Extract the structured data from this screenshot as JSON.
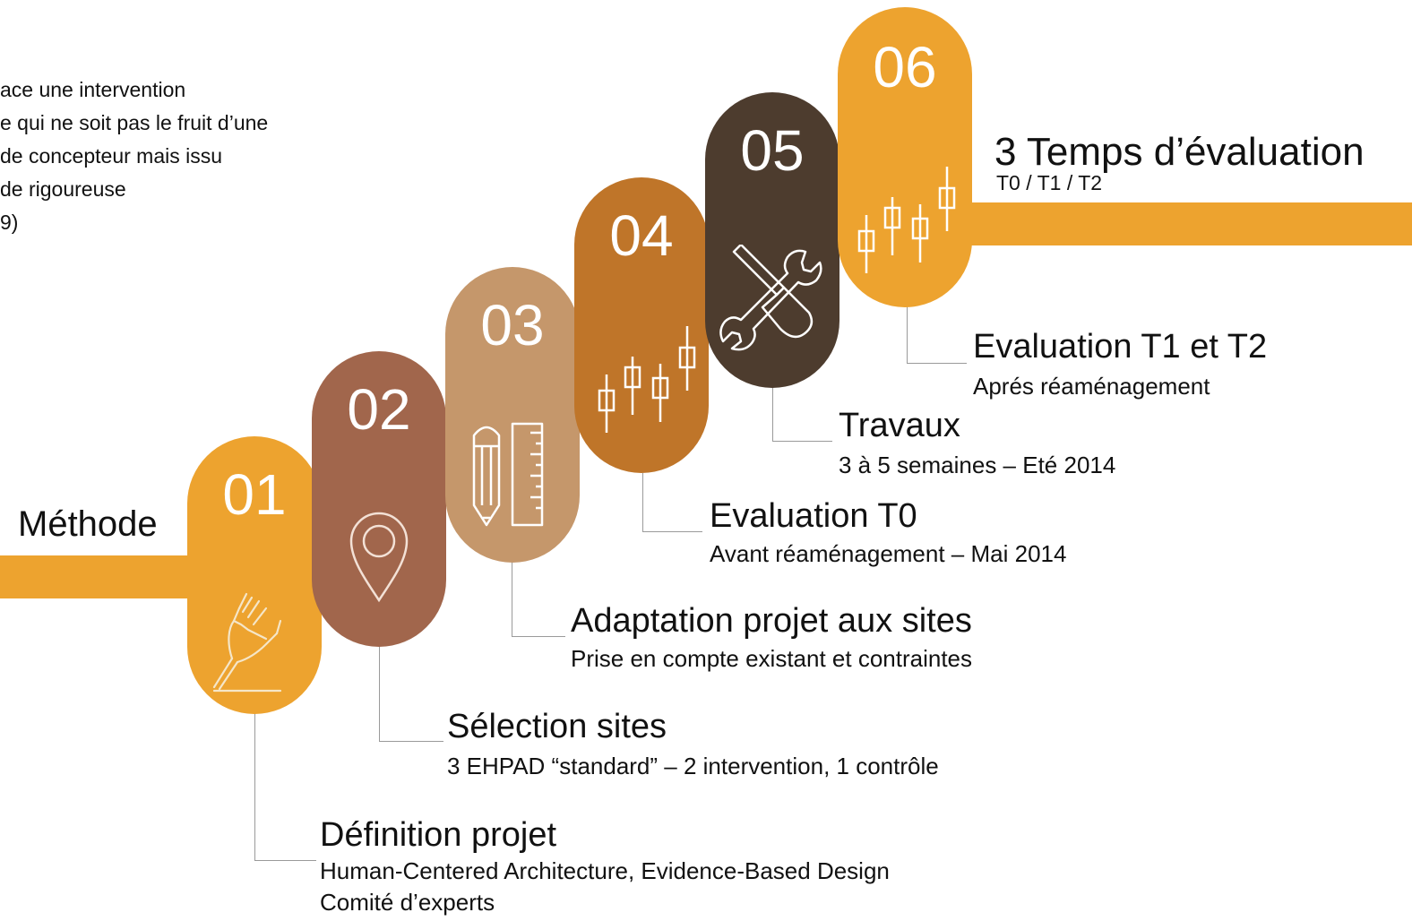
{
  "intro_lines": [
    "ace une intervention",
    "e qui ne soit pas le fruit d’une",
    "de concepteur mais issu",
    "de rigoureuse",
    "9)"
  ],
  "methode_label": "Méthode",
  "eval_header": {
    "title": "3 Temps d’évaluation",
    "subtitle": "T0 / T1 / T2"
  },
  "colors": {
    "c01": "#eda32f",
    "c02": "#a1664c",
    "c03": "#c5976b",
    "c04": "#bf7529",
    "c05": "#4d3c2e",
    "c06": "#eda32f"
  },
  "steps": [
    {
      "number": "01",
      "icon": "hand-pencil-icon",
      "title": "Définition projet",
      "lines": [
        "Human-Centered Architecture, Evidence-Based Design",
        "Comité d’experts"
      ]
    },
    {
      "number": "02",
      "icon": "location-pin-icon",
      "title": "Sélection sites",
      "lines": [
        "3 EHPAD “standard” – 2 intervention, 1 contrôle"
      ]
    },
    {
      "number": "03",
      "icon": "pencil-ruler-icon",
      "title": "Adaptation projet aux sites",
      "lines": [
        "Prise en compte existant et contraintes"
      ]
    },
    {
      "number": "04",
      "icon": "candlestick-chart-icon",
      "title": "Evaluation T0",
      "lines": [
        "Avant réaménagement – Mai 2014"
      ]
    },
    {
      "number": "05",
      "icon": "tools-icon",
      "title": "Travaux",
      "lines": [
        "3 à 5 semaines – Eté 2014"
      ]
    },
    {
      "number": "06",
      "icon": "candlestick-chart-icon",
      "title": "Evaluation T1 et T2",
      "lines": [
        "Aprés réaménagement"
      ]
    }
  ]
}
